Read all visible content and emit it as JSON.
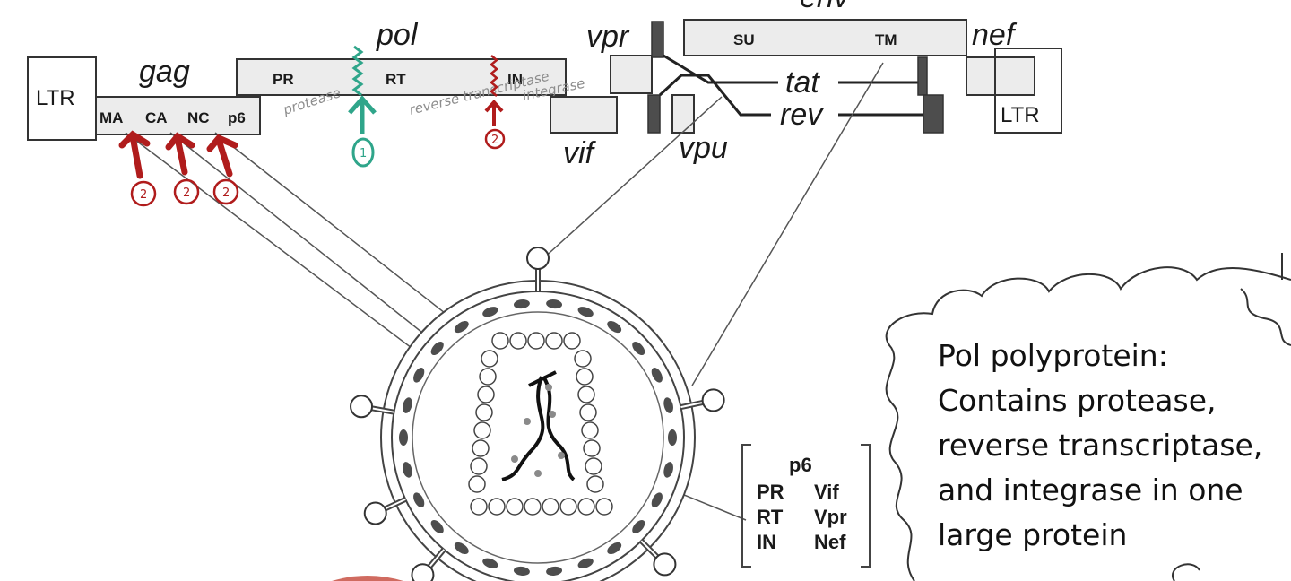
{
  "genome": {
    "genes": {
      "env": "env",
      "pol": "pol",
      "gag": "gag",
      "vpr": "vpr",
      "nef": "nef",
      "tat": "tat",
      "rev": "rev",
      "vif": "vif",
      "vpu": "vpu"
    },
    "ltr_left": "LTR",
    "ltr_right": "LTR",
    "gag_segments": [
      "MA",
      "CA",
      "NC",
      "p6"
    ],
    "pol_segments": [
      "PR",
      "RT",
      "IN"
    ],
    "env_segments": [
      "SU",
      "TM"
    ]
  },
  "annotations": {
    "protease": "protease",
    "reverse_transcriptase": "reverse transcriptase",
    "integrase": "integrase",
    "marker_green": "1",
    "marker_red": "2"
  },
  "legend": {
    "title": "p6",
    "left_col": [
      "PR",
      "RT",
      "IN"
    ],
    "right_col": [
      "Vif",
      "Vpr",
      "Nef"
    ]
  },
  "note": {
    "lines": [
      "Pol polyprotein:",
      "Contains protease,",
      "reverse transcriptase,",
      "and integrase in one",
      "large protein"
    ]
  },
  "colors": {
    "box_fill": "#ececec",
    "dark_fill": "#4d4d4d",
    "stroke": "#333333",
    "annotation_red": "#b01c1c",
    "annotation_green": "#2fa58a",
    "handwriting_gray": "#8d8d8d"
  }
}
